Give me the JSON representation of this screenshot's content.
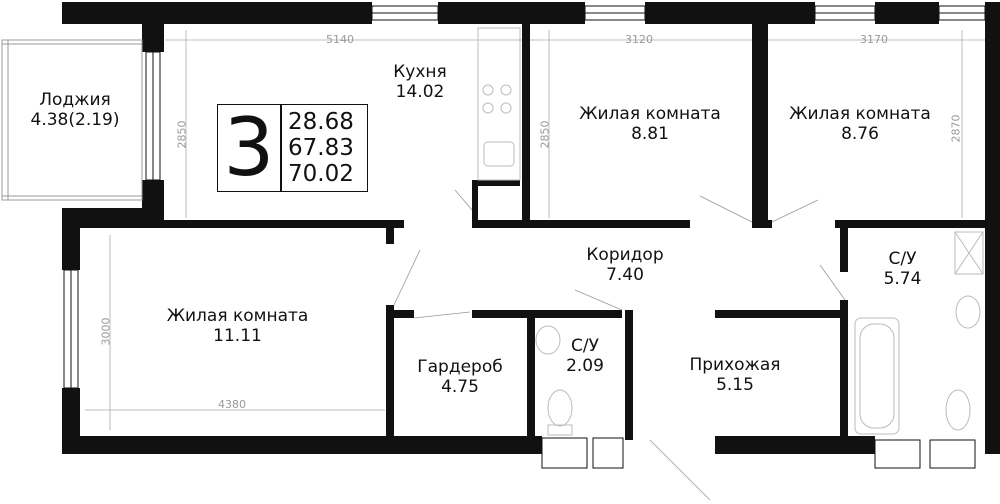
{
  "unit": {
    "rooms_count": "3",
    "areas": [
      "28.68",
      "67.83",
      "70.02"
    ]
  },
  "rooms": {
    "kitchen": {
      "name": "Кухня",
      "area": "14.02"
    },
    "loggia": {
      "name": "Лоджия",
      "area": "4.38(2.19)"
    },
    "bedroom_1": {
      "name": "Жилая комната",
      "area": "8.81"
    },
    "bedroom_2": {
      "name": "Жилая комната",
      "area": "8.76"
    },
    "living_room": {
      "name": "Жилая комната",
      "area": "11.11"
    },
    "corridor": {
      "name": "Коридор",
      "area": "7.40"
    },
    "bathroom_large": {
      "name": "С/У",
      "area": "5.74"
    },
    "bathroom_small": {
      "name": "С/У",
      "area": "2.09"
    },
    "wardrobe": {
      "name": "Гардероб",
      "area": "4.75"
    },
    "hallway": {
      "name": "Прихожая",
      "area": "5.15"
    }
  },
  "dimensions": {
    "kitchen_width": "5140",
    "kitchen_depth": "2850",
    "bedroom_1_width": "3120",
    "bedroom_1_depth": "2850",
    "bedroom_2_width": "3170",
    "bedroom_2_depth": "2870",
    "living_width": "4380",
    "living_depth": "3000"
  },
  "colors": {
    "wall": "#111111",
    "dimension": "#9a9a9a",
    "fixture": "#bbbbbb"
  }
}
